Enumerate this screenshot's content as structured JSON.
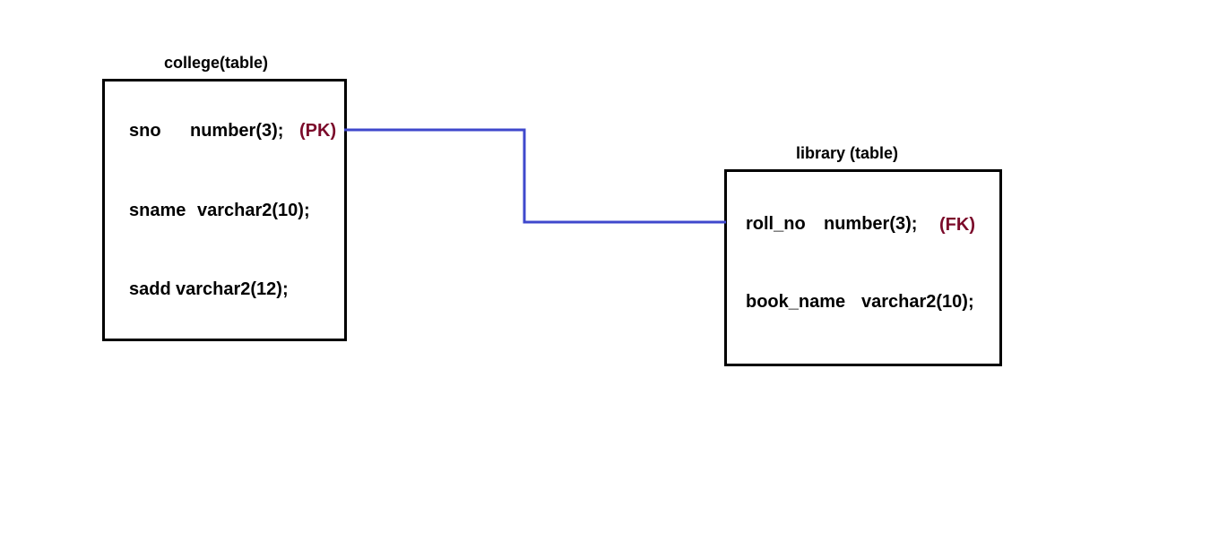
{
  "college": {
    "caption": "college(table)",
    "fields": [
      {
        "name": "sno",
        "type": "number(3);",
        "key": "(PK)"
      },
      {
        "name": "sname",
        "type": "varchar2(10);"
      },
      {
        "name": "sadd",
        "type": "varchar2(12);"
      }
    ]
  },
  "library": {
    "caption": "library (table)",
    "fields": [
      {
        "name": "roll_no",
        "type": "number(3);",
        "key": "(FK)"
      },
      {
        "name": "book_name",
        "type": "varchar2(10);"
      }
    ]
  },
  "colors": {
    "key_label": "#7b0a2a",
    "connector": "#3f48cc",
    "border": "#000000"
  }
}
